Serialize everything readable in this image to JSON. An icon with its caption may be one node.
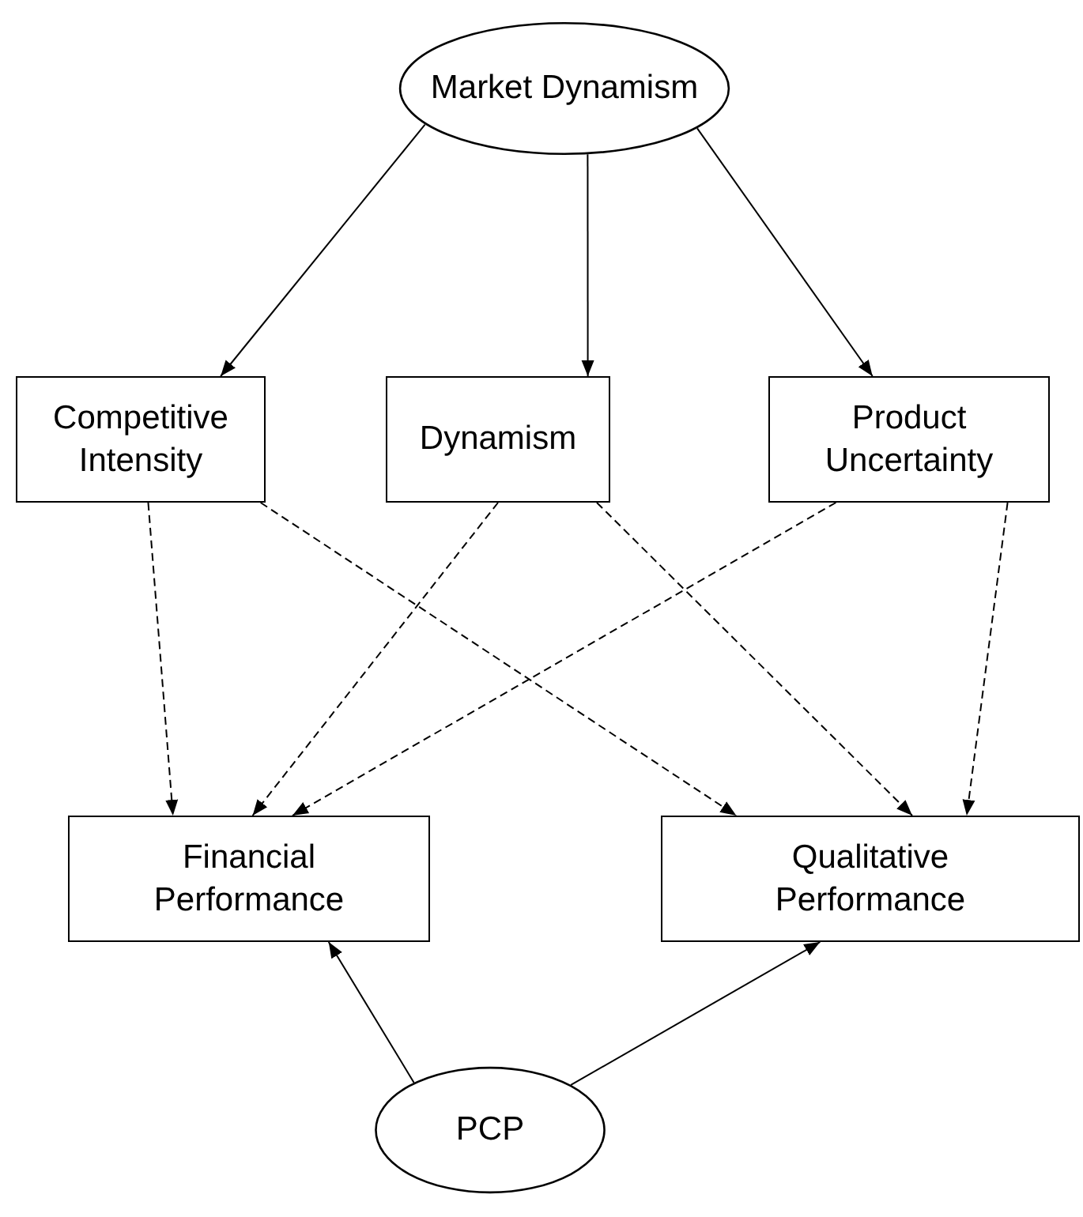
{
  "diagram": {
    "nodes": [
      {
        "text": [
          "Market Dynamism"
        ]
      },
      {
        "text": [
          "Competitive Intensity"
        ]
      },
      {
        "text": [
          "Dynamism"
        ]
      },
      {
        "text": [
          "Product Uncertainty"
        ]
      },
      {
        "text": [
          "Financial Performance"
        ]
      },
      {
        "text": [
          "Qualitative Performance"
        ]
      },
      {
        "text": [
          "PCP"
        ]
      }
    ],
    "edges": [
      {
        "from": 0,
        "to": 1,
        "arrow": "to"
      },
      {
        "from": 0,
        "to": 2,
        "arrow": "to"
      },
      {
        "from": 0,
        "to": 3,
        "arrow": "to"
      },
      {
        "from": 1,
        "to": 4,
        "arrow": "to",
        "style": "dashed"
      },
      {
        "from": 1,
        "to": 5,
        "arrow": "to",
        "style": "dashed"
      },
      {
        "from": 2,
        "to": 4,
        "arrow": "to",
        "style": "dashed"
      },
      {
        "from": 2,
        "to": 5,
        "arrow": "to",
        "style": "dashed"
      },
      {
        "from": 3,
        "to": 4,
        "arrow": "to",
        "style": "dashed"
      },
      {
        "from": 3,
        "to": 5,
        "arrow": "to",
        "style": "dashed"
      },
      {
        "from": 6,
        "to": 4,
        "arrow": "to"
      },
      {
        "from": 6,
        "to": 5,
        "arrow": "to"
      }
    ]
  }
}
